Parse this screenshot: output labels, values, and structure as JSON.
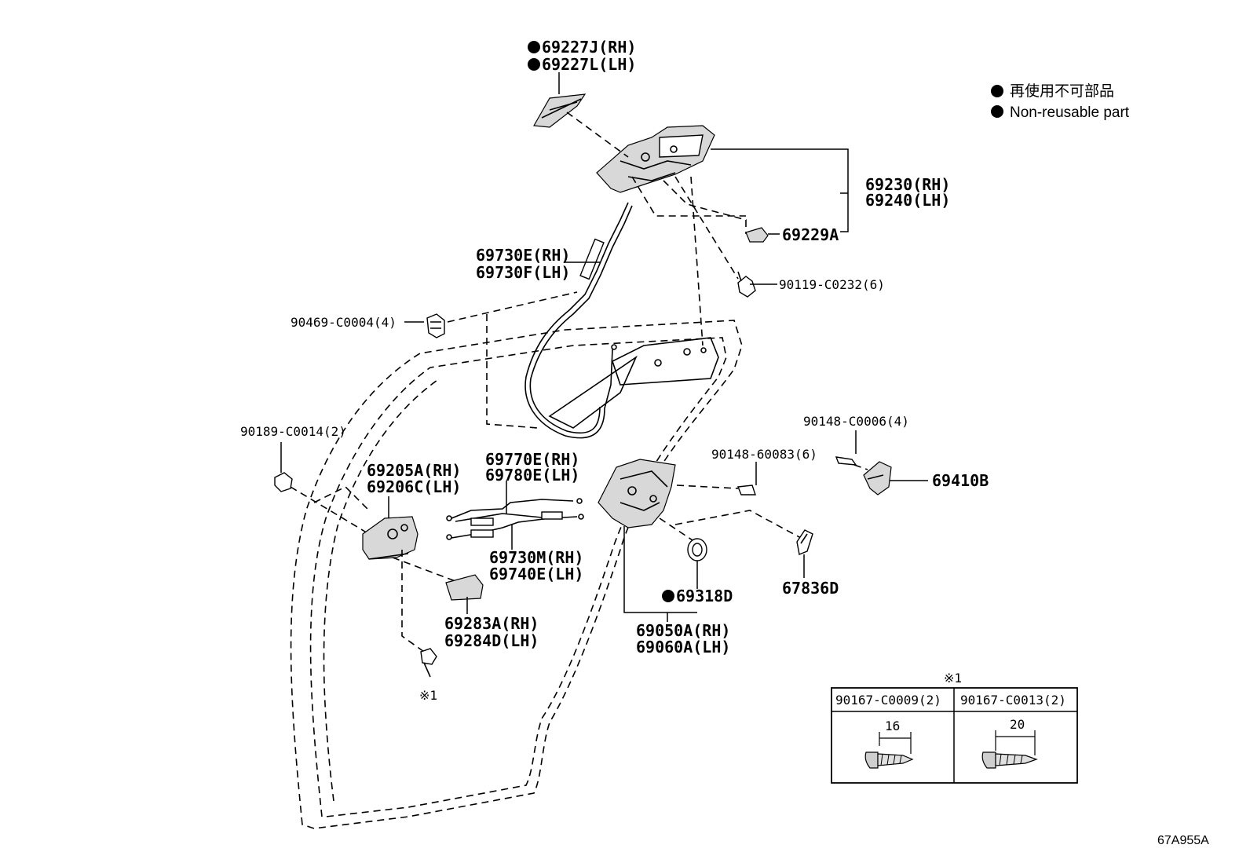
{
  "legend": {
    "items": [
      {
        "text": "再使用不可部品"
      },
      {
        "text": "Non-reusable part"
      }
    ]
  },
  "callouts": {
    "c69227j": "69227J(RH)",
    "c69227l": "69227L(LH)",
    "c69230": "69230(RH)",
    "c69240": "69240(LH)",
    "c69229a": "69229A",
    "c90119": "90119-C0232(6)",
    "c69730e": "69730E(RH)",
    "c69730f": "69730F(LH)",
    "c90469": "90469-C0004(4)",
    "c90189": "90189-C0014(2)",
    "c90148a": "90148-C0006(4)",
    "c90148b": "90148-60083(6)",
    "c69410b": "69410B",
    "c69770e": "69770E(RH)",
    "c69780e": "69780E(LH)",
    "c69205a": "69205A(RH)",
    "c69206c": "69206C(LH)",
    "c69730m": "69730M(RH)",
    "c69740e": "69740E(LH)",
    "c67836d": "67836D",
    "c69318d": "69318D",
    "c69283a": "69283A(RH)",
    "c69284d": "69284D(LH)",
    "c69050a": "69050A(RH)",
    "c69060a": "69060A(LH)",
    "ref_mark": "※1"
  },
  "table": {
    "title": "※1",
    "columns": [
      {
        "part": "90167-C0009(2)",
        "length": "16"
      },
      {
        "part": "90167-C0013(2)",
        "length": "20"
      }
    ]
  },
  "diagram_code": "67A955A"
}
